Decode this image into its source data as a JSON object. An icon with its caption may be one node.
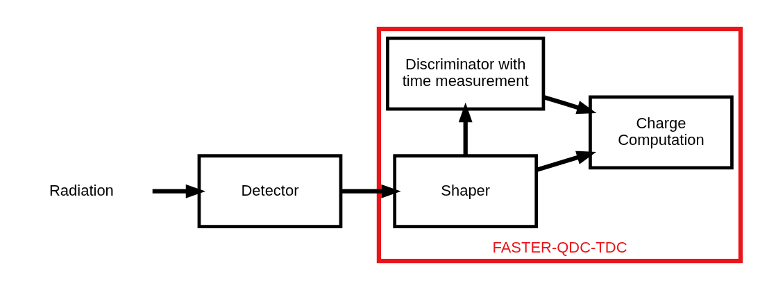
{
  "diagram": {
    "nodes": [
      {
        "text": [
          "Radiation"
        ]
      },
      {
        "text": [
          "Detector"
        ]
      },
      {
        "text": [
          "FASTER-QDC-TDC"
        ]
      },
      {
        "text": [
          "Shaper"
        ],
        "in": 2
      },
      {
        "text": [
          "Charge Computation"
        ],
        "in": 2
      },
      {
        "text": [
          "Discriminator with time measurement"
        ],
        "in": 2
      }
    ],
    "edges": [
      {
        "from": 0,
        "to": 1,
        "arrow": "to"
      },
      {
        "from": 1,
        "to": 3,
        "arrow": "to"
      },
      {
        "from": 3,
        "to": 4,
        "arrow": "to"
      },
      {
        "from": 3,
        "to": 5,
        "arrow": "to"
      },
      {
        "from": 5,
        "to": 4,
        "arrow": "to"
      }
    ]
  }
}
